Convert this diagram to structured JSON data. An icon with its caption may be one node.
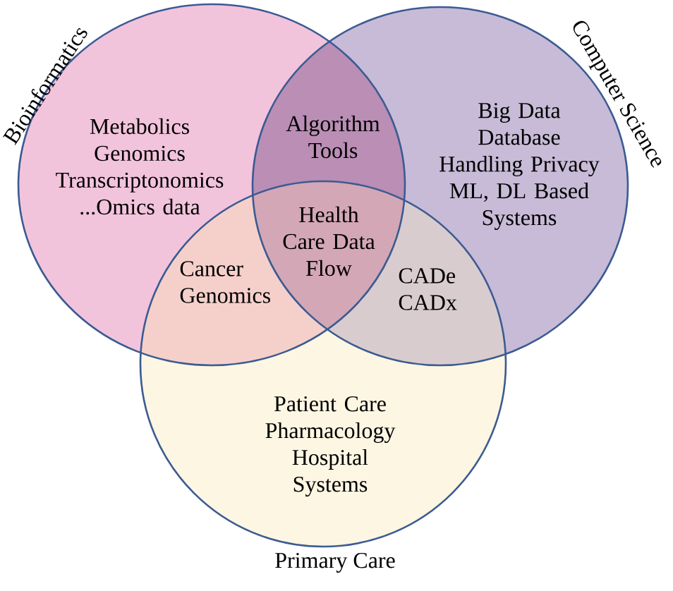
{
  "diagram": {
    "nodes": [
      {
        "text": [
          "Bioinformatics",
          "Metabolics Genomics Transcriptonomics ...Omics data"
        ]
      },
      {
        "text": [
          "Computer Science",
          "Big Data Database Handling Privacy ML, DL Based Systems"
        ]
      },
      {
        "text": [
          "Patient Care Pharmacology Hospital Systems",
          "Primary Care"
        ]
      }
    ],
    "labels": [
      "Algorithm Tools",
      "Health Care Data Flow",
      "Cancer Genomics",
      "CADe CADx"
    ]
  }
}
